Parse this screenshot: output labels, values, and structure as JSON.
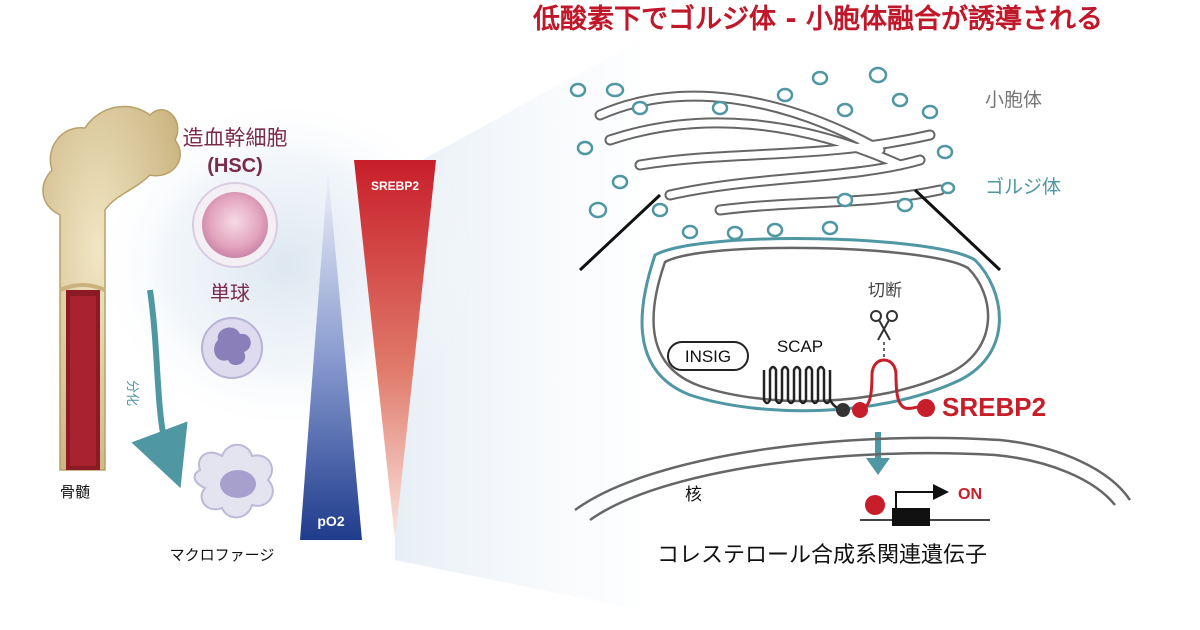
{
  "title": "低酸素下でゴルジ体 - 小胞体融合が誘導される",
  "left": {
    "hsc_label": "造血幹細胞",
    "hsc_abbr": "(HSC)",
    "monocyte_label": "単球",
    "macrophage_label": "マクロファージ",
    "bone_label": "骨髄",
    "differentiation_label": "分化",
    "gradient_srebp2": "SREBP2",
    "gradient_po2": "pO2"
  },
  "right": {
    "er_label": "小胞体",
    "golgi_label": "ゴルジ体",
    "cleavage_label": "切断",
    "insig_label": "INSIG",
    "scap_label": "SCAP",
    "srebp2_label": "SREBP2",
    "nucleus_label": "核",
    "on_label": "ON",
    "genes_label": "コレステロール合成系関連遺伝子"
  },
  "colors": {
    "title": "#c0182a",
    "srebp2": "#c81e2a",
    "teal": "#4f97a3",
    "hsc_text": "#7a2a4a",
    "po2_blue": "#1f3c8c",
    "gray_text": "#777777"
  }
}
